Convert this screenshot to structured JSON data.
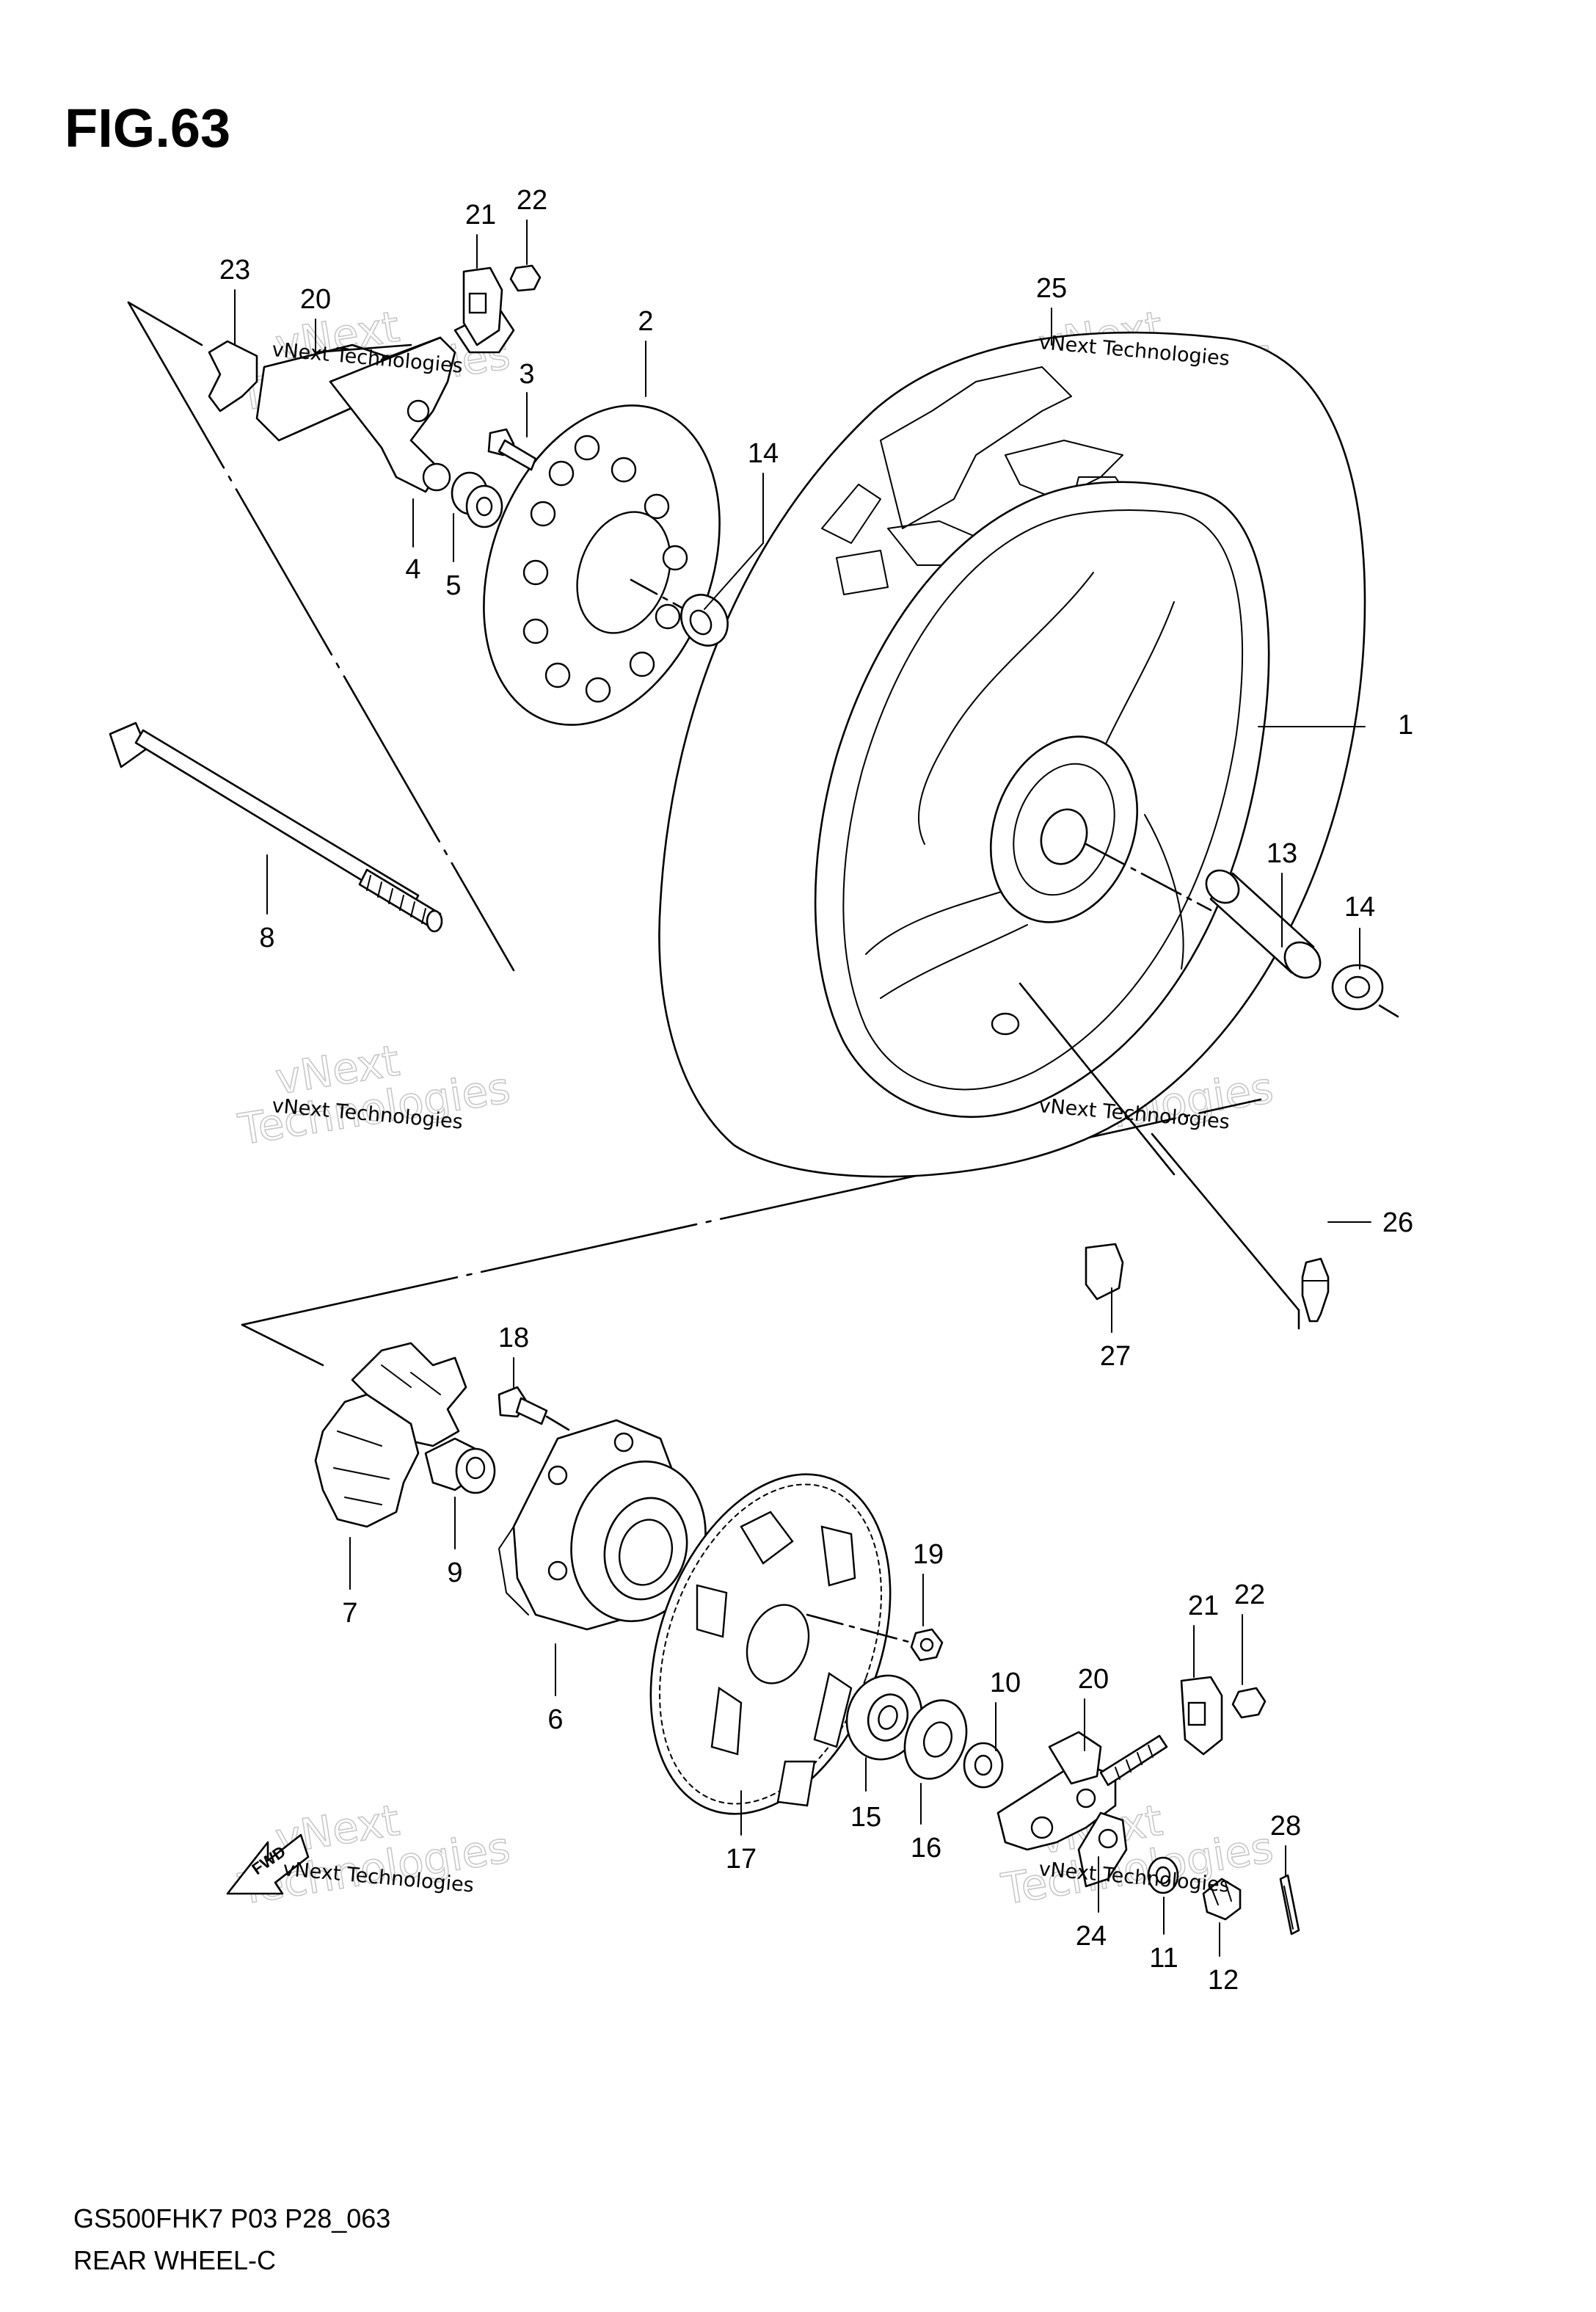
{
  "figure": {
    "title": "FIG.63",
    "code": "GS500FHK7 P03 P28_063",
    "name": "REAR WHEEL-C"
  },
  "watermark": {
    "small_text": "vNext Technologies",
    "big_word_1": "vNext",
    "big_word_2": "Technologies"
  },
  "fwd_label": "FWD",
  "callouts": [
    {
      "id": "c1",
      "label": "1"
    },
    {
      "id": "c2",
      "label": "2"
    },
    {
      "id": "c3",
      "label": "3"
    },
    {
      "id": "c4",
      "label": "4"
    },
    {
      "id": "c5",
      "label": "5"
    },
    {
      "id": "c6",
      "label": "6"
    },
    {
      "id": "c7",
      "label": "7"
    },
    {
      "id": "c8",
      "label": "8"
    },
    {
      "id": "c9",
      "label": "9"
    },
    {
      "id": "c10",
      "label": "10"
    },
    {
      "id": "c11",
      "label": "11"
    },
    {
      "id": "c12",
      "label": "12"
    },
    {
      "id": "c13",
      "label": "13"
    },
    {
      "id": "c14a",
      "label": "14"
    },
    {
      "id": "c14b",
      "label": "14"
    },
    {
      "id": "c15",
      "label": "15"
    },
    {
      "id": "c16",
      "label": "16"
    },
    {
      "id": "c17",
      "label": "17"
    },
    {
      "id": "c18",
      "label": "18"
    },
    {
      "id": "c19",
      "label": "19"
    },
    {
      "id": "c20a",
      "label": "20"
    },
    {
      "id": "c20b",
      "label": "20"
    },
    {
      "id": "c21a",
      "label": "21"
    },
    {
      "id": "c21b",
      "label": "21"
    },
    {
      "id": "c22a",
      "label": "22"
    },
    {
      "id": "c22b",
      "label": "22"
    },
    {
      "id": "c23",
      "label": "23"
    },
    {
      "id": "c24",
      "label": "24"
    },
    {
      "id": "c25",
      "label": "25"
    },
    {
      "id": "c26",
      "label": "26"
    },
    {
      "id": "c27",
      "label": "27"
    },
    {
      "id": "c28",
      "label": "28"
    }
  ]
}
